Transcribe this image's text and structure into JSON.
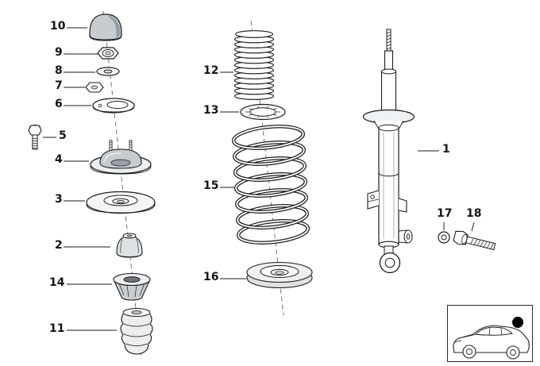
{
  "callouts": {
    "n1": "1",
    "n2": "2",
    "n3": "3",
    "n4": "4",
    "n5": "5",
    "n6": "6",
    "n7": "7",
    "n8": "8",
    "n9": "9",
    "n10": "10",
    "n11": "11",
    "n12": "12",
    "n13": "13",
    "n14": "14",
    "n15": "15",
    "n16": "16",
    "n17": "17",
    "n18": "18"
  },
  "colors": {
    "background": "#ffffff",
    "line": "#1b1b1b",
    "shade_light": "#eceef0",
    "shade_mid": "#c7ccd1",
    "shade_dark": "#959ca3",
    "marker_dot": "#000000"
  },
  "icons": {
    "car_inset": "car-outline-icon",
    "position_marker": "filled-dot-icon"
  }
}
